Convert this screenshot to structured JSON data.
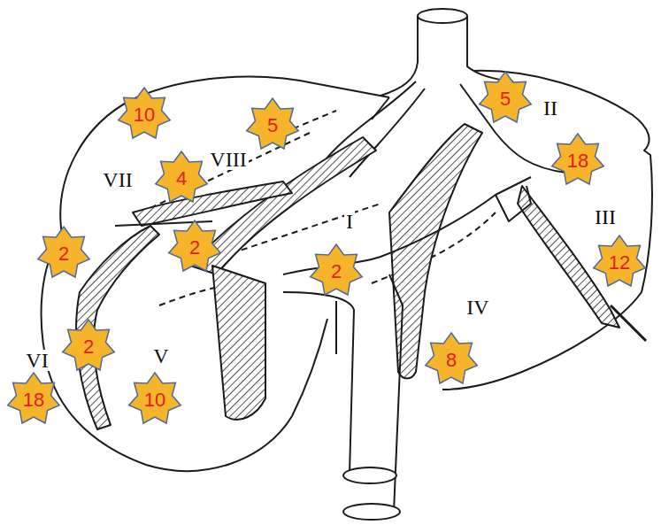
{
  "diagram": {
    "nodes": [
      {
        "text": [
          "10"
        ]
      },
      {
        "text": [
          "5"
        ]
      },
      {
        "text": [
          "5"
        ]
      },
      {
        "text": [
          "18"
        ]
      },
      {
        "text": [
          "4"
        ]
      },
      {
        "text": [
          "2"
        ]
      },
      {
        "text": [
          "2"
        ]
      },
      {
        "text": [
          "12"
        ]
      },
      {
        "text": [
          "2"
        ]
      },
      {
        "text": [
          "2"
        ]
      },
      {
        "text": [
          "8"
        ]
      },
      {
        "text": [
          "10"
        ]
      },
      {
        "text": [
          "18"
        ]
      }
    ],
    "labels": [
      "II",
      "VIII",
      "VII",
      "I",
      "III",
      "IV",
      "V",
      "VI"
    ]
  }
}
